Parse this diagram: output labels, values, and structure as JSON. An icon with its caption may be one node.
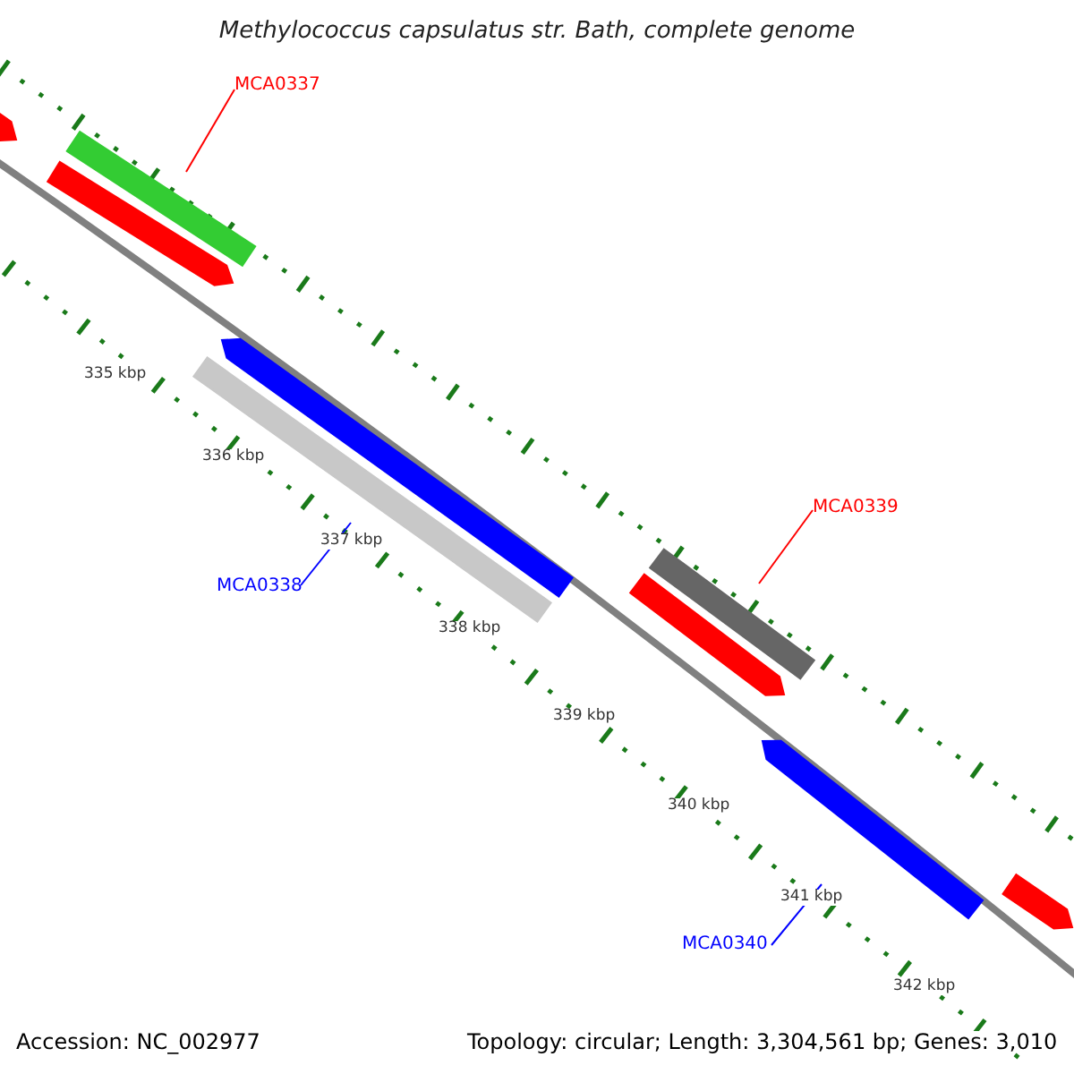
{
  "diagram": {
    "title": "Methylococcus capsulatus str. Bath, complete genome",
    "nodes": [
      {
        "text": [
          "MCA0337"
        ]
      },
      {
        "text": [],
        "shape": "bar"
      },
      {
        "text": [
          "MCA0338"
        ]
      },
      {
        "text": [],
        "shape": "bar"
      },
      {
        "text": [
          "MCA0339"
        ]
      },
      {
        "text": [],
        "shape": "bar"
      },
      {
        "text": [
          "MCA0340"
        ]
      },
      {
        "text": [],
        "shape": "bar"
      }
    ],
    "edges": [
      {
        "from": 0,
        "to": 1,
        "arrow": "none",
        "color": "#ff0000"
      },
      {
        "from": 2,
        "to": 3,
        "arrow": "none",
        "color": "#0000ff"
      },
      {
        "from": 4,
        "to": 5,
        "arrow": "none",
        "color": "#ff0000"
      },
      {
        "from": 6,
        "to": 7,
        "arrow": "none",
        "color": "#0000ff"
      }
    ],
    "labels": [
      "335 kbp",
      "336 kbp",
      "337 kbp",
      "338 kbp",
      "339 kbp",
      "340 kbp",
      "341 kbp",
      "342 kbp",
      "Accession: NC_002977",
      "Topology: circular; Length: 3,304,561 bp; Genes: 3,010"
    ]
  }
}
